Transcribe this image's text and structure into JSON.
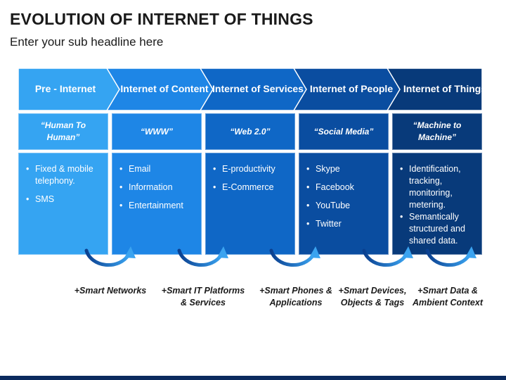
{
  "title": "EVOLUTION OF INTERNET OF THINGS",
  "subtitle": "Enter your sub headline here",
  "stages": [
    {
      "label": "Pre - Internet",
      "quote": "“Human To Human”",
      "items": [
        "Fixed & mobile telephony.",
        "SMS"
      ],
      "color": "#35a4f2"
    },
    {
      "label": "Internet of Content",
      "quote": "“WWW”",
      "items": [
        "Email",
        "Information",
        "Entertainment"
      ],
      "color": "#1e86e6"
    },
    {
      "label": "Internet of Services",
      "quote": "“Web 2.0”",
      "items": [
        "E-productivity",
        "E-Commerce"
      ],
      "color": "#0f67c6"
    },
    {
      "label": "Internet of People",
      "quote": "“Social Media”",
      "items": [
        "Skype",
        "Facebook",
        "YouTube",
        "Twitter"
      ],
      "color": "#0a4da0"
    },
    {
      "label": "Internet of Things",
      "quote": "“Machine to Machine”",
      "items": [
        "Identification, tracking, monitoring, metering.",
        "Semantically structured and shared data."
      ],
      "color": "#083a7a"
    }
  ],
  "transitions": [
    "+Smart Networks",
    "+Smart IT Platforms & Services",
    "+Smart Phones & Applications",
    "+Smart Devices, Objects & Tags",
    "+Smart Data & Ambient Context"
  ],
  "colors": {
    "loop_dark": "#0a3f8f",
    "loop_light": "#3aa3f0",
    "footer": "#0b2a5e"
  }
}
